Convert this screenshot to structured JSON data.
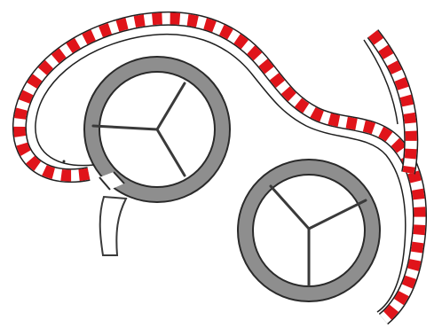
{
  "diagram": {
    "description_visible_text": "",
    "colors": {
      "background": "#ffffff",
      "ring_fill": "#8e8e8e",
      "ring_outline": "#2a2a2a",
      "line": "#3a3a3a",
      "dashed_path": "#e0141a",
      "dashed_path_outline": "#1f1f1f"
    },
    "elements": [
      {
        "id": "ring-left",
        "kind": "annular-ring",
        "spokes": 3
      },
      {
        "id": "ring-right",
        "kind": "annular-ring",
        "spokes": 3
      },
      {
        "id": "stem-left",
        "kind": "tube"
      },
      {
        "id": "dashed-band-outer",
        "kind": "dashed-band",
        "pattern": "red-white"
      },
      {
        "id": "dashed-band-right",
        "kind": "dashed-band",
        "pattern": "red-white"
      }
    ]
  }
}
